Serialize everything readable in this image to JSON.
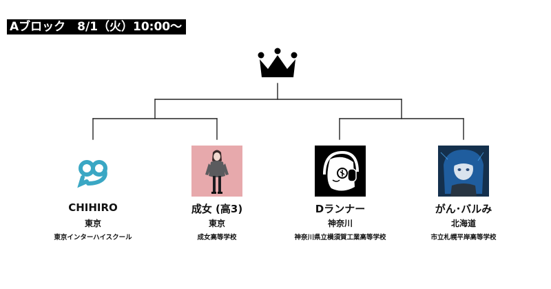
{
  "header": {
    "title": "Aブロック　8/1（火）10:00〜"
  },
  "players": [
    {
      "name": "CHIHIRO",
      "prefecture": "東京",
      "school": "東京インターハイスクール"
    },
    {
      "name": "成女 (高3)",
      "prefecture": "東京",
      "school": "成女高等学校"
    },
    {
      "name": "Dランナー",
      "prefecture": "神奈川",
      "school": "神奈川県立横須賀工業高等学校"
    },
    {
      "name": "がん･バルみ",
      "prefecture": "北海道",
      "school": "市立札幌平岸高等学校"
    }
  ],
  "icons": {
    "crown": "crown-icon"
  },
  "colors": {
    "header_bg": "#000000",
    "header_text": "#ffffff",
    "lines": "#222222",
    "chihiro_logo": "#3aa7c4"
  }
}
